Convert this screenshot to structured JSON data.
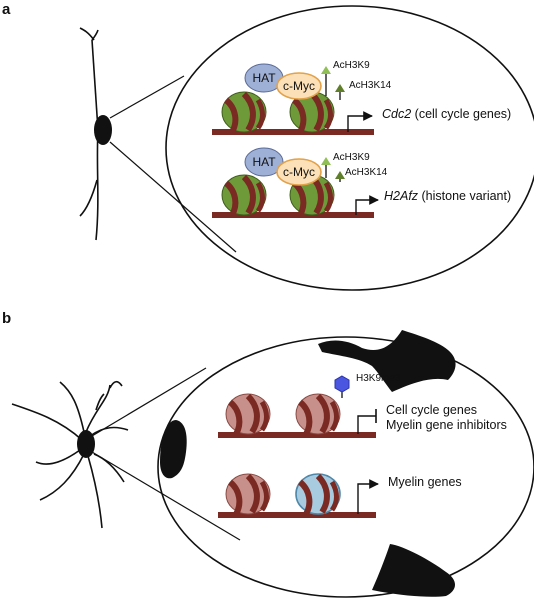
{
  "panels": [
    {
      "label": "a",
      "rows": [
        {
          "hat": "HAT",
          "tf": "c-Myc",
          "marks": [
            "AcH3K9",
            "AcH3K14"
          ],
          "gene_italic": "Cdc2",
          "gene_rest": " (cell cycle genes)"
        },
        {
          "hat": "HAT",
          "tf": "c-Myc",
          "marks": [
            "AcH3K9",
            "AcH3K14"
          ],
          "gene_italic": "H2Afz",
          "gene_rest": " (histone variant)"
        }
      ]
    },
    {
      "label": "b",
      "rows": [
        {
          "mark": "H3K9me3",
          "genes": [
            "Cell cycle genes",
            "Myelin gene inhibitors"
          ]
        },
        {
          "genes": [
            "Myelin genes"
          ]
        }
      ]
    }
  ],
  "colors": {
    "dna": "#7a2a22",
    "nucleosome_active": "#6e9a3a",
    "nucleosome_repressed": "#c8908a",
    "nucleosome_open": "#a9cbe0",
    "hat": "#9eb0d6",
    "cmyc": "#fbe0b8",
    "ac_mark_light": "#8fbf55",
    "ac_mark_dark": "#5f7f2a",
    "me_mark": "#4a55e0"
  }
}
